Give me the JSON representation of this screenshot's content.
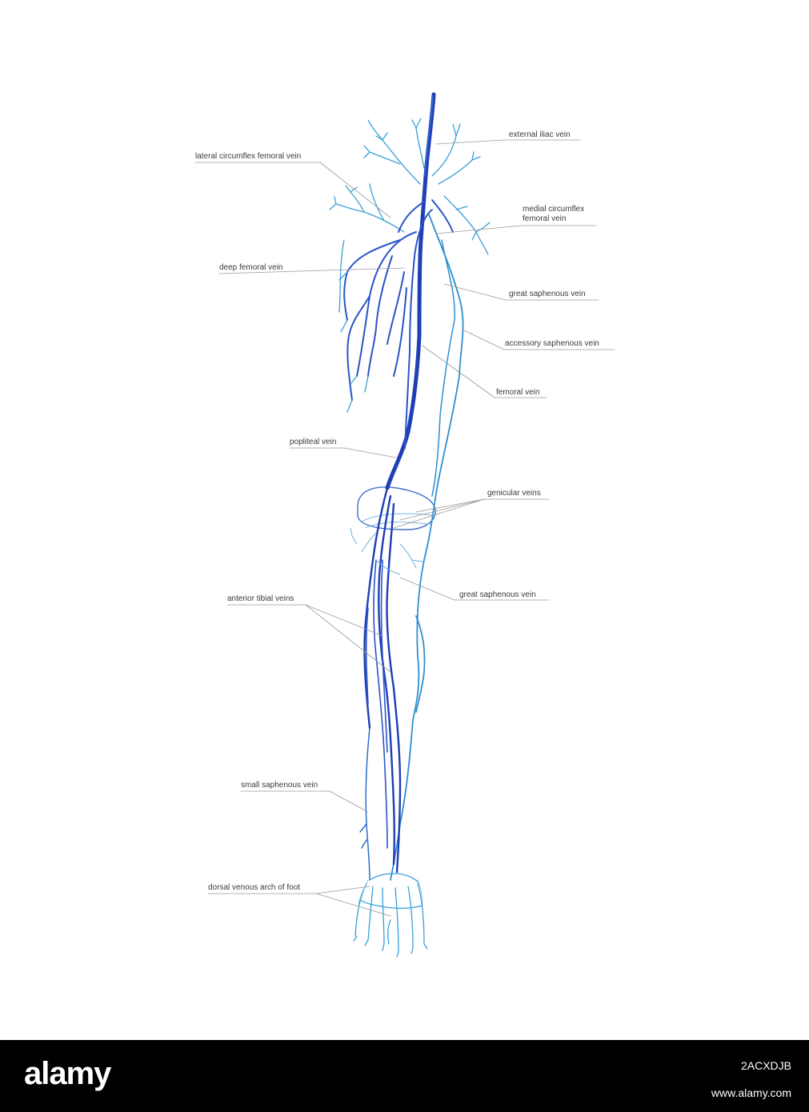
{
  "labels": {
    "external_iliac": "external iliac vein",
    "lateral_circumflex": "lateral circumflex femoral vein",
    "medial_circumflex_1": "medial circumflex",
    "medial_circumflex_2": "femoral vein",
    "deep_femoral": "deep femoral vein",
    "great_saphenous_upper": "great saphenous vein",
    "accessory_saphenous": "accessory saphenous vein",
    "femoral": "femoral vein",
    "popliteal": "popliteal vein",
    "genicular": "genicular veins",
    "great_saphenous_lower": "great saphenous vein",
    "anterior_tibial": "anterior tibial veins",
    "small_saphenous": "small saphenous vein",
    "dorsal_arch": "dorsal venous arch of foot"
  },
  "colors": {
    "deep_vein": "#1e3fb5",
    "superficial_vein": "#2f8fd0",
    "leader_line": "#9a9a9a"
  },
  "footer": {
    "logo": "alamy",
    "image_id": "2ACXDJB",
    "url": "www.alamy.com"
  }
}
